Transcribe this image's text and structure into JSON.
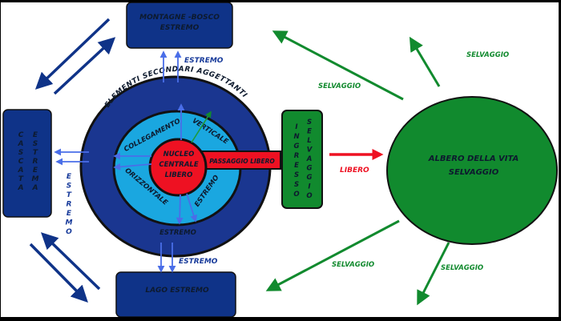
{
  "colors": {
    "dark_blue": "#0f3388",
    "mid_blue": "#1d3d9a",
    "light_blue": "#1aa7e0",
    "arrow_blue": "#4a6ee8",
    "red": "#ee1122",
    "green": "#118a2e",
    "outline": "#111111"
  },
  "nodes": {
    "top_box": {
      "line1": "MONTAGNE -BOSCO",
      "line2": "ESTREMO"
    },
    "left_box": {
      "col1": [
        "C",
        "A",
        "S",
        "C",
        "A",
        "T",
        "A"
      ],
      "col2": [
        "E",
        "S",
        "T",
        "R",
        "E",
        "M",
        "A"
      ]
    },
    "bottom_box": {
      "label": "LAGO ESTREMO"
    },
    "outer_ring": {
      "label": "ELEMENTI SECONDARI AGGETTANTI",
      "bottom_label": "ESTREMO"
    },
    "middle_ring": {
      "label_collegamento": "COLLEGAMENTO",
      "label_verticale": "VERTICALE",
      "label_orizzontale": "ORIZZONTALE",
      "label_estremo": "ESTREMO"
    },
    "nucleus": {
      "line1": "NUCLEO",
      "line2": "CENTRALE",
      "line3": "LIBERO"
    },
    "passage_bar": {
      "label": "PASSAGGIO LIBERO"
    },
    "green_box": {
      "col1": [
        "I",
        "N",
        "G",
        "R",
        "E",
        "S",
        "S",
        "O"
      ],
      "col2": [
        "S",
        "E",
        "L",
        "V",
        "A",
        "G",
        "G",
        "I",
        "O"
      ]
    },
    "tree": {
      "line1": "ALBERO DELLA VITA",
      "line2": "SELVAGGIO"
    }
  },
  "edge_labels": {
    "top_estremo": "ESTREMO",
    "left_estremo": [
      "E",
      "S",
      "T",
      "R",
      "E",
      "M",
      "O"
    ],
    "bottom_estremo": "ESTREMO",
    "libero": "LIBERO",
    "selvaggio_top_left": "SELVAGGIO",
    "selvaggio_top_right": "SELVAGGIO",
    "selvaggio_bottom_left": "SELVAGGIO",
    "selvaggio_bottom_right": "SELVAGGIO"
  }
}
